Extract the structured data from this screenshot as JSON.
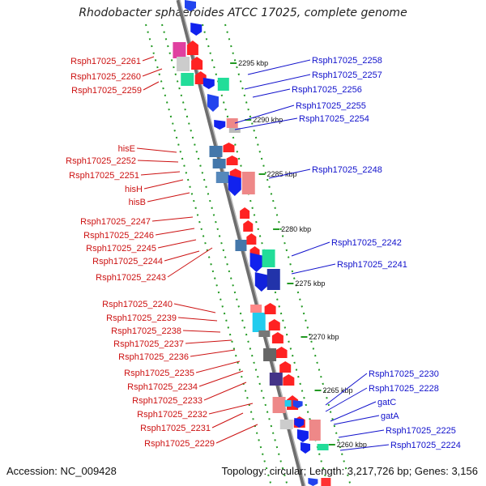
{
  "title": "Rhodobacter sphaeroides ATCC 17025, complete genome",
  "footer": {
    "accession": "Accession: NC_009428",
    "topology": "Topology: circular; Length: 3,217,726 bp; Genes: 3,156"
  },
  "colors": {
    "backbone": "#888888",
    "strand_minus_label": "#cc1111",
    "strand_plus_label": "#1111cc",
    "dotted_guide": "#229922"
  },
  "kbp_marks": [
    {
      "label": "2295 kbp"
    },
    {
      "label": "2290 kbp"
    },
    {
      "label": "2285 kbp"
    },
    {
      "label": "2280 kbp"
    },
    {
      "label": "2275 kbp"
    },
    {
      "label": "2270 kbp"
    },
    {
      "label": "2265 kbp"
    },
    {
      "label": "2260 kbp"
    }
  ],
  "left_labels": [
    {
      "text": "Rsph17025_2261"
    },
    {
      "text": "Rsph17025_2260"
    },
    {
      "text": "Rsph17025_2259"
    },
    {
      "text": "hisE"
    },
    {
      "text": "Rsph17025_2252"
    },
    {
      "text": "Rsph17025_2251"
    },
    {
      "text": "hisH"
    },
    {
      "text": "hisB"
    },
    {
      "text": "Rsph17025_2247"
    },
    {
      "text": "Rsph17025_2246"
    },
    {
      "text": "Rsph17025_2245"
    },
    {
      "text": "Rsph17025_2244"
    },
    {
      "text": "Rsph17025_2243"
    },
    {
      "text": "Rsph17025_2240"
    },
    {
      "text": "Rsph17025_2239"
    },
    {
      "text": "Rsph17025_2238"
    },
    {
      "text": "Rsph17025_2237"
    },
    {
      "text": "Rsph17025_2236"
    },
    {
      "text": "Rsph17025_2235"
    },
    {
      "text": "Rsph17025_2234"
    },
    {
      "text": "Rsph17025_2233"
    },
    {
      "text": "Rsph17025_2232"
    },
    {
      "text": "Rsph17025_2231"
    },
    {
      "text": "Rsph17025_2229"
    }
  ],
  "right_labels": [
    {
      "text": "Rsph17025_2258"
    },
    {
      "text": "Rsph17025_2257"
    },
    {
      "text": "Rsph17025_2256"
    },
    {
      "text": "Rsph17025_2255"
    },
    {
      "text": "Rsph17025_2254"
    },
    {
      "text": "Rsph17025_2248"
    },
    {
      "text": "Rsph17025_2242"
    },
    {
      "text": "Rsph17025_2241"
    },
    {
      "text": "Rsph17025_2230"
    },
    {
      "text": "Rsph17025_2228"
    },
    {
      "text": "gatC"
    },
    {
      "text": "gatA"
    },
    {
      "text": "Rsph17025_2225"
    },
    {
      "text": "Rsph17025_2224"
    }
  ]
}
